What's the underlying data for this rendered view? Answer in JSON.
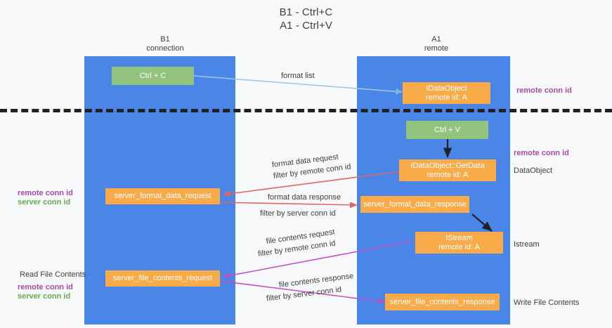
{
  "title": {
    "line1": "B1 - Ctrl+C",
    "line2": "A1 - Ctrl+V"
  },
  "lanes": [
    {
      "id": "b1",
      "head_line1": "B1",
      "head_line2": "connection",
      "color": "#4a86e8"
    },
    {
      "id": "a1",
      "head_line1": "A1",
      "head_line2": "remote",
      "color": "#4a86e8"
    }
  ],
  "colors": {
    "lane": "#4a86e8",
    "green_node": "#93c47d",
    "orange_node": "#f9ab49",
    "purple_text": "#a64ca6",
    "green_text": "#6aa84f",
    "separator": "#202124",
    "arrow_blue": "#9fc5e8",
    "arrow_red": "#e06666",
    "arrow_black": "#202124",
    "arrow_purple": "#c04fc0",
    "background": "#f7f8f9"
  },
  "nodes": {
    "ctrl_c": {
      "line1": "Ctrl + C",
      "line2": ""
    },
    "ctrl_v": {
      "line1": "Ctrl + V",
      "line2": ""
    },
    "idataobject": {
      "line1": "IDataObject",
      "line2": "remote id: A"
    },
    "getdata": {
      "line1": "IDataObject::GetData",
      "line2": "remote id: A"
    },
    "istream": {
      "line1": "IStream",
      "line2": "remote id: A"
    },
    "srv_fmt_req": {
      "line1": "server_format_data_request",
      "line2": ""
    },
    "srv_fmt_resp": {
      "line1": "server_format_data_response",
      "line2": ""
    },
    "srv_file_req": {
      "line1": "server_file_contents_request",
      "line2": ""
    },
    "srv_file_resp": {
      "line1": "server_file_contents_response",
      "line2": ""
    }
  },
  "edge_labels": {
    "format_list": "format list",
    "format_data_request": "format data request",
    "format_data_request_filter_prefix": "filter by ",
    "format_data_request_filter_key": "remote conn id",
    "format_data_response": "format data response",
    "format_data_response_filter_prefix": "filter by ",
    "format_data_response_filter_key": "server conn id",
    "file_contents_request": "file contents request",
    "file_contents_request_filter_prefix": "filter by ",
    "file_contents_request_filter_key": "remote conn id",
    "file_contents_response": "file contents response",
    "file_contents_response_filter_prefix": "filter by ",
    "file_contents_response_filter_key": "server conn id"
  },
  "side_labels": {
    "right_remote_conn_id_top": "remote conn id",
    "right_remote_conn_id_mid": "remote conn id",
    "right_dataobject": "DataObject",
    "right_istream": "Istream",
    "right_write_file_contents": "Write File Contents",
    "left_remote_conn_id_mid": "remote conn id",
    "left_server_conn_id_mid": "server conn id",
    "left_read_file_contents": "Read File Contents",
    "left_remote_conn_id_bottom": "remote conn id",
    "left_server_conn_id_bottom": "server conn id"
  }
}
